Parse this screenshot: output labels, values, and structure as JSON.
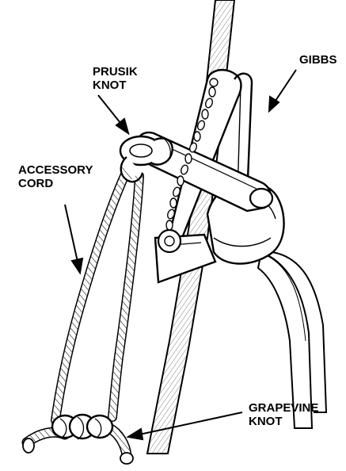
{
  "labels": {
    "prusik": [
      "PRUSIK",
      "KNOT"
    ],
    "gibbs": [
      "GIBBS"
    ],
    "accessory": [
      "ACCESSORY",
      "CORD"
    ],
    "grapevine": [
      "GRAPEVINE",
      "KNOT"
    ]
  },
  "colors": {
    "ink": "#000000",
    "paper": "#ffffff"
  }
}
